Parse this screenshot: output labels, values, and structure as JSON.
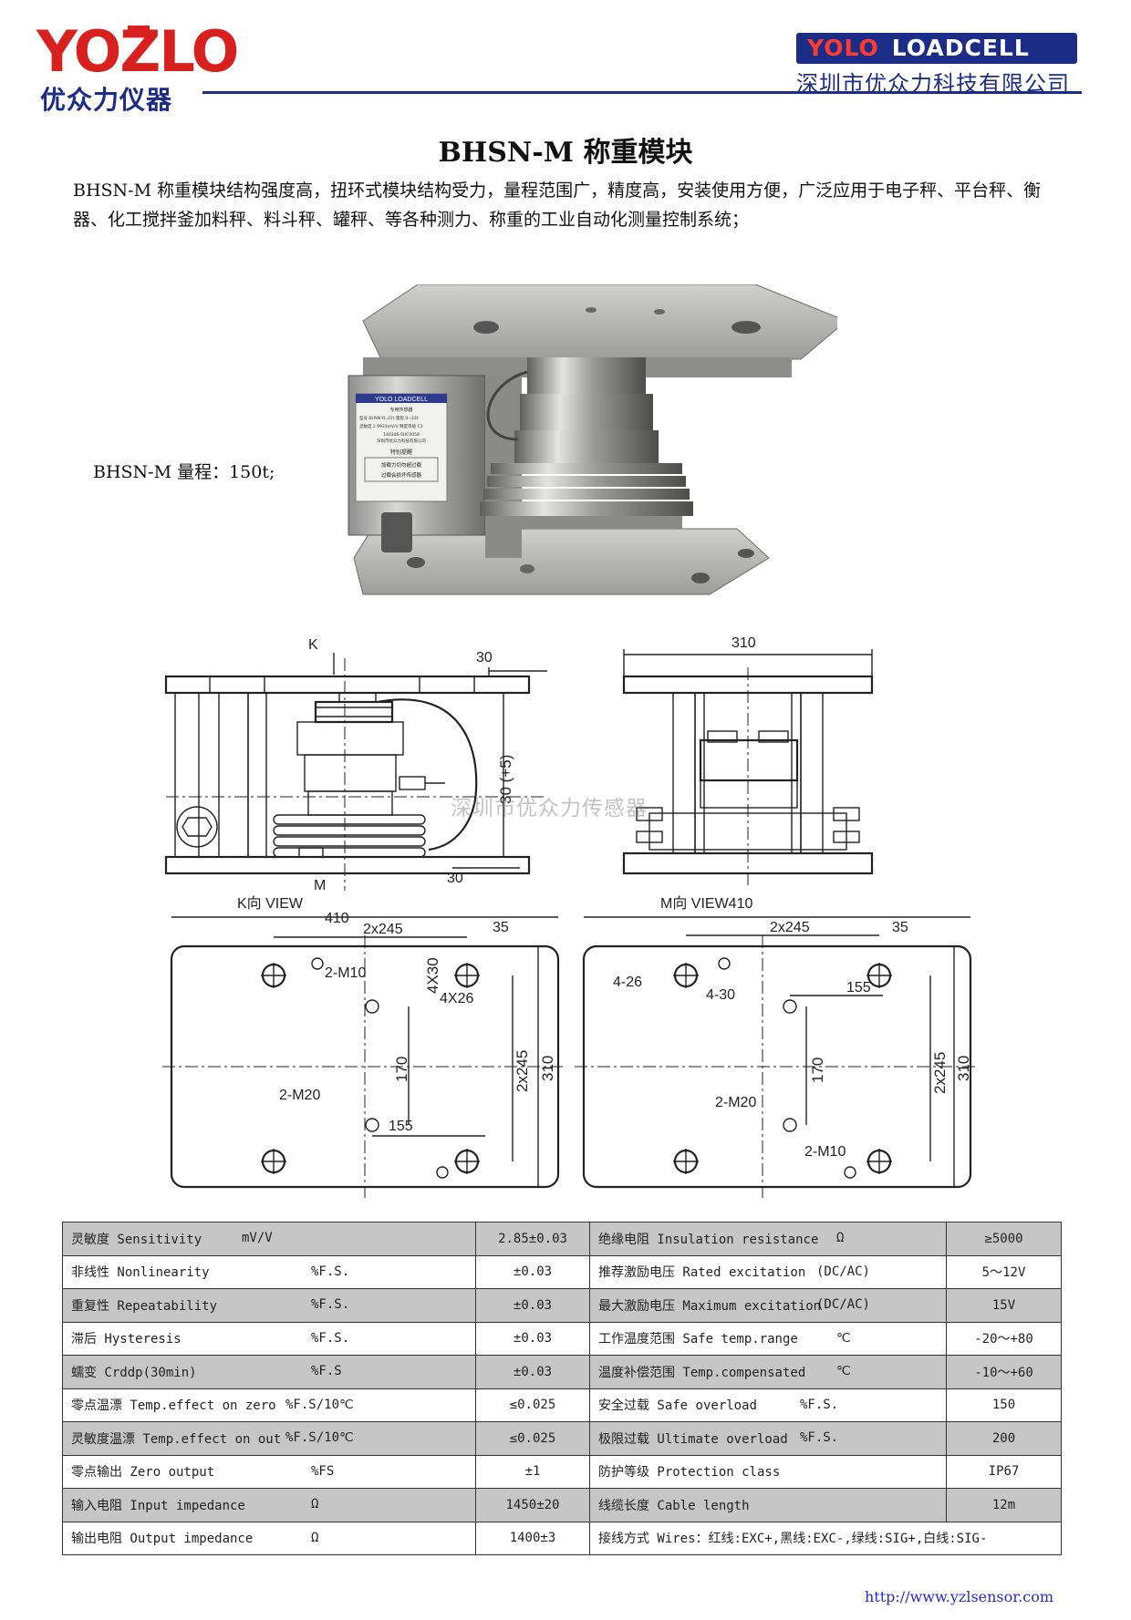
{
  "header": {
    "logo_text": "YOZLO",
    "logo_cn": "优众力仪器",
    "brand_yolo": "YOLO",
    "brand_loadcell": "LOADCELL",
    "company_cn": "深圳市优众力科技有限公司",
    "colors": {
      "brand_red": "#d8211f",
      "brand_blue": "#1b2d86"
    }
  },
  "title": "BHSN-M 称重模块",
  "intro": "BHSN-M 称重模块结构强度高，扭环式模块结构受力，量程范围广，精度高，安装使用方便，广泛应用于电子秤、平台秤、衡器、化工搅拌釜加料秤、料斗秤、罐秤、等各种测力、称重的工业自动化测量控制系统；",
  "range_label": "BHSN-M 量程：150t;",
  "photo": {
    "plate_brand": "YOLO LOADCELL",
    "plate_type": "专用传感器",
    "plate_model": "型号 BHSN-YL-22t    量程 0~22t",
    "plate_sens": "灵敏度 2.9931mV/V   精度等级 C3",
    "plate_serial": "140306-SHC0058",
    "plate_maker": "深圳市优众力科技有限公司",
    "notice_title": "特别提醒",
    "notice_line1": "加载力切勿超过载",
    "notice_line2": "过载会损坏传感器"
  },
  "drawings": {
    "front": {
      "dim_30_top": "30",
      "label_k": "K",
      "dim_height": "30 (+5)",
      "dim_30_bottom": "30",
      "label_m": "M"
    },
    "side": {
      "dim_310": "310"
    },
    "k_view": {
      "title": "K向 VIEW",
      "dim_410": "410",
      "dim_2x245": "2x245",
      "dim_35": "35",
      "dim_4x30": "4X30",
      "dim_4x26": "4X26",
      "dim_2m10": "2-M10",
      "dim_170": "170",
      "dim_2m20": "2-M20",
      "dim_155": "155",
      "dim_2x245_v": "2x245",
      "dim_310_v": "310"
    },
    "m_view": {
      "title": "M向 VIEW410",
      "dim_2x245": "2x245",
      "dim_35": "35",
      "dim_4_26": "4-26",
      "dim_4_30": "4-30",
      "dim_155": "155",
      "dim_170": "170",
      "dim_2m20": "2-M20",
      "dim_2m10": "2-M10",
      "dim_2x245_v": "2x245",
      "dim_310_v": "310"
    },
    "watermark": "深圳市优众力传感器"
  },
  "specs": [
    {
      "name": "灵敏度 Sensitivity",
      "unit": "mV/V",
      "value": "2.85±0.03",
      "name2": "绝缘电阻 Insulation resistance",
      "unit2": "Ω",
      "value2": "≥5000"
    },
    {
      "name": "非线性 Nonlinearity",
      "unit": "%F.S.",
      "value": "±0.03",
      "name2": "推荐激励电压 Rated excitation",
      "unit2": "(DC/AC)",
      "value2": "5～12V"
    },
    {
      "name": "重复性 Repeatability",
      "unit": "%F.S.",
      "value": "±0.03",
      "name2": "最大激励电压 Maximum excitation",
      "unit2": "(DC/AC)",
      "value2": "15V"
    },
    {
      "name": "滞后 Hysteresis",
      "unit": "%F.S.",
      "value": "±0.03",
      "name2": "工作温度范围 Safe temp.range",
      "unit2": "℃",
      "value2": "-20～+80"
    },
    {
      "name": "蠕变 Crddp(30min)",
      "unit": "%F.S",
      "value": "±0.03",
      "name2": "温度补偿范围 Temp.compensated",
      "unit2": "℃",
      "value2": "-10～+60"
    },
    {
      "name": "零点温漂 Temp.effect on zero",
      "unit": "%F.S/10℃",
      "value": "≤0.025",
      "name2": "安全过载 Safe overload",
      "unit2": "%F.S.",
      "value2": "150"
    },
    {
      "name": "灵敏度温漂 Temp.effect on out",
      "unit": "%F.S/10℃",
      "value": "≤0.025",
      "name2": "极限过载 Ultimate overload",
      "unit2": "%F.S.",
      "value2": "200"
    },
    {
      "name": "零点输出 Zero output",
      "unit": "%FS",
      "value": "±1",
      "name2": "防护等级 Protection class",
      "unit2": "",
      "value2": "IP67"
    },
    {
      "name": "输入电阻 Input impedance",
      "unit": "Ω",
      "value": "1450±20",
      "name2": "线缆长度 Cable length",
      "unit2": "",
      "value2": "12m"
    },
    {
      "name": "输出电阻 Output impedance",
      "unit": "Ω",
      "value": "1400±3",
      "name2": "接线方式 Wires：红线:EXC+,黑线:EXC-,绿线:SIG+,白线:SIG-",
      "unit2": "",
      "value2": ""
    }
  ],
  "footer_url": "http://www.yzlsensor.com"
}
